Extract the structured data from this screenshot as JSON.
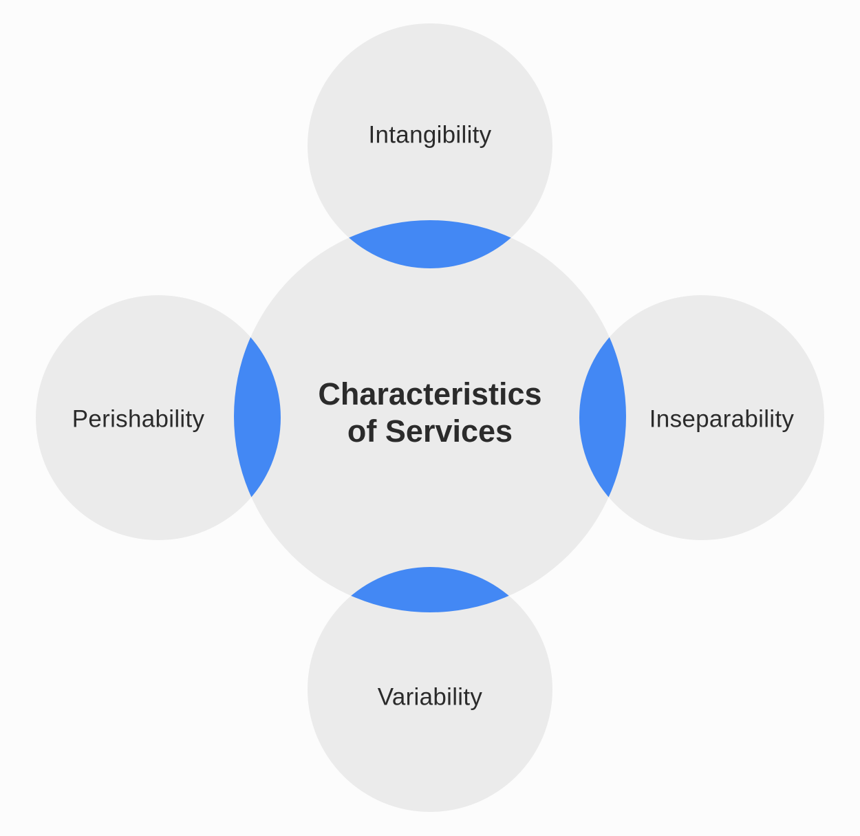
{
  "colors": {
    "background": "#fcfcfc",
    "circle_fill": "#ebebeb",
    "overlap_fill": "#4388f4",
    "text": "#2b2b2b"
  },
  "center": {
    "title_line1": "Characteristics",
    "title_line2": "of Services"
  },
  "satellites": {
    "top": "Intangibility",
    "right": "Inseparability",
    "bottom": "Variability",
    "left": "Perishability"
  }
}
